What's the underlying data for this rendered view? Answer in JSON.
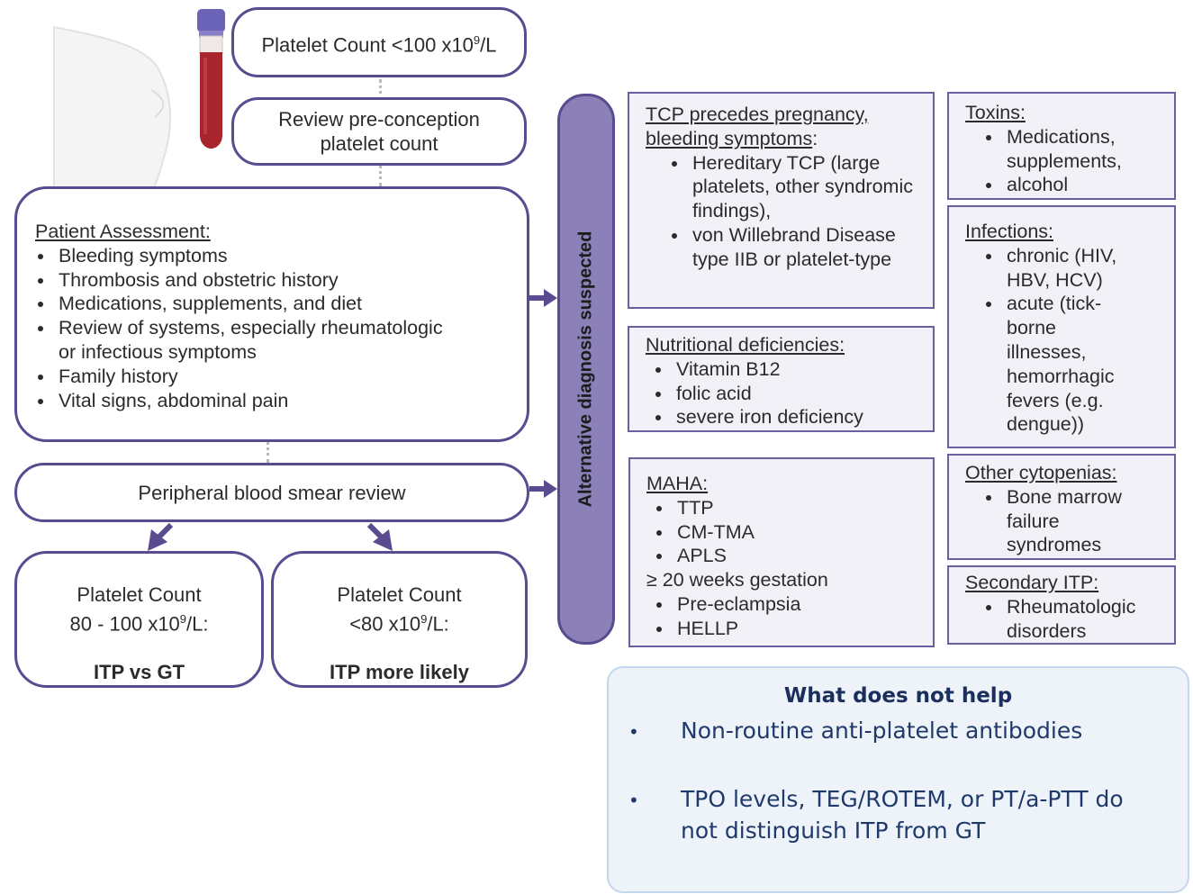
{
  "top_pill": {
    "text_pre": "Platelet Count <100 x10",
    "sup": "9",
    "text_post": "/L"
  },
  "review_pill": {
    "line1": "Review pre-conception",
    "line2": "platelet count"
  },
  "assessment": {
    "title": "Patient Assessment:",
    "items": [
      "Bleeding symptoms",
      "Thrombosis and obstetric history",
      "Medications, supplements, and diet",
      "Review of systems, especially rheumatologic or infectious symptoms",
      "Family history",
      "Vital signs, abdominal pain"
    ]
  },
  "smear": {
    "text": "Peripheral blood smear review"
  },
  "result_left": {
    "line1": "Platelet Count",
    "line2_pre": "80 - 100 x10",
    "sup": "9",
    "line2_post": "/L:",
    "verdict": "ITP vs GT"
  },
  "result_right": {
    "line1": "Platelet Count",
    "line2_pre": "<80 x10",
    "sup": "9",
    "line2_post": "/L:",
    "verdict": "ITP more likely"
  },
  "alt_bar": {
    "text": "Alternative diagnosis suspected"
  },
  "tcp_box": {
    "title": "TCP precedes pregnancy, bleeding symptoms",
    "title_suffix": ":",
    "items": [
      "Hereditary TCP (large platelets, other syndromic findings),",
      "von Willebrand Disease type IIB or platelet-type"
    ]
  },
  "nutrition_box": {
    "title": "Nutritional deficiencies:",
    "items": [
      "Vitamin B12",
      "folic acid",
      "severe iron deficiency"
    ]
  },
  "maha_box": {
    "title": "MAHA:",
    "items": [
      "TTP",
      "CM-TMA",
      "APLS"
    ],
    "sub_heading": "≥ 20 weeks gestation",
    "sub_items": [
      "Pre-eclampsia",
      "HELLP"
    ]
  },
  "toxins_box": {
    "title": "Toxins:",
    "items": [
      "Medications, supplements,",
      "alcohol"
    ]
  },
  "infections_box": {
    "title": "Infections:",
    "items": [
      "chronic (HIV, HBV, HCV)",
      "acute (tick-borne illnesses, hemorrhagic fevers (e.g. dengue))"
    ]
  },
  "cytopenias_box": {
    "title": "Other cytopenias:",
    "items": [
      "Bone marrow failure syndromes"
    ]
  },
  "secondary_box": {
    "title": "Secondary ITP:",
    "items": [
      "Rheumatologic disorders"
    ]
  },
  "help_box": {
    "title": "What does not help",
    "items": [
      "Non-routine anti-platelet antibodies",
      "TPO levels, TEG/ROTEM, or PT/a-PTT do not distinguish ITP from GT"
    ]
  },
  "colors": {
    "border": "#5a4b91",
    "bar_fill": "#8b80b8",
    "box_fill": "#f2f1f8",
    "help_fill": "#eef3fa",
    "help_text": "#1f3a6a"
  },
  "icons": [
    "pregnant-silhouette-icon",
    "blood-tube-icon"
  ]
}
